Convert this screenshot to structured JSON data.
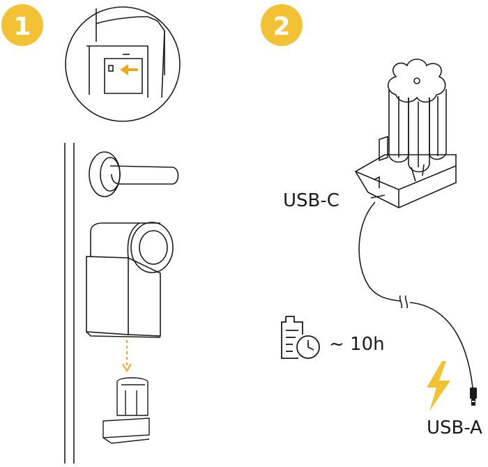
{
  "steps": [
    {
      "number": "1"
    },
    {
      "number": "2"
    }
  ],
  "labels": {
    "usb_c": "USB-C",
    "usb_a": "USB-A",
    "charge_time": "~ 10h"
  },
  "colors": {
    "accent": "#F3C234",
    "line": "#1a1a1a",
    "arrow": "#F0A91B"
  },
  "icons": [
    "arrow-left-icon",
    "battery-clock-icon",
    "lightning-icon",
    "usb-a-plug-icon"
  ]
}
